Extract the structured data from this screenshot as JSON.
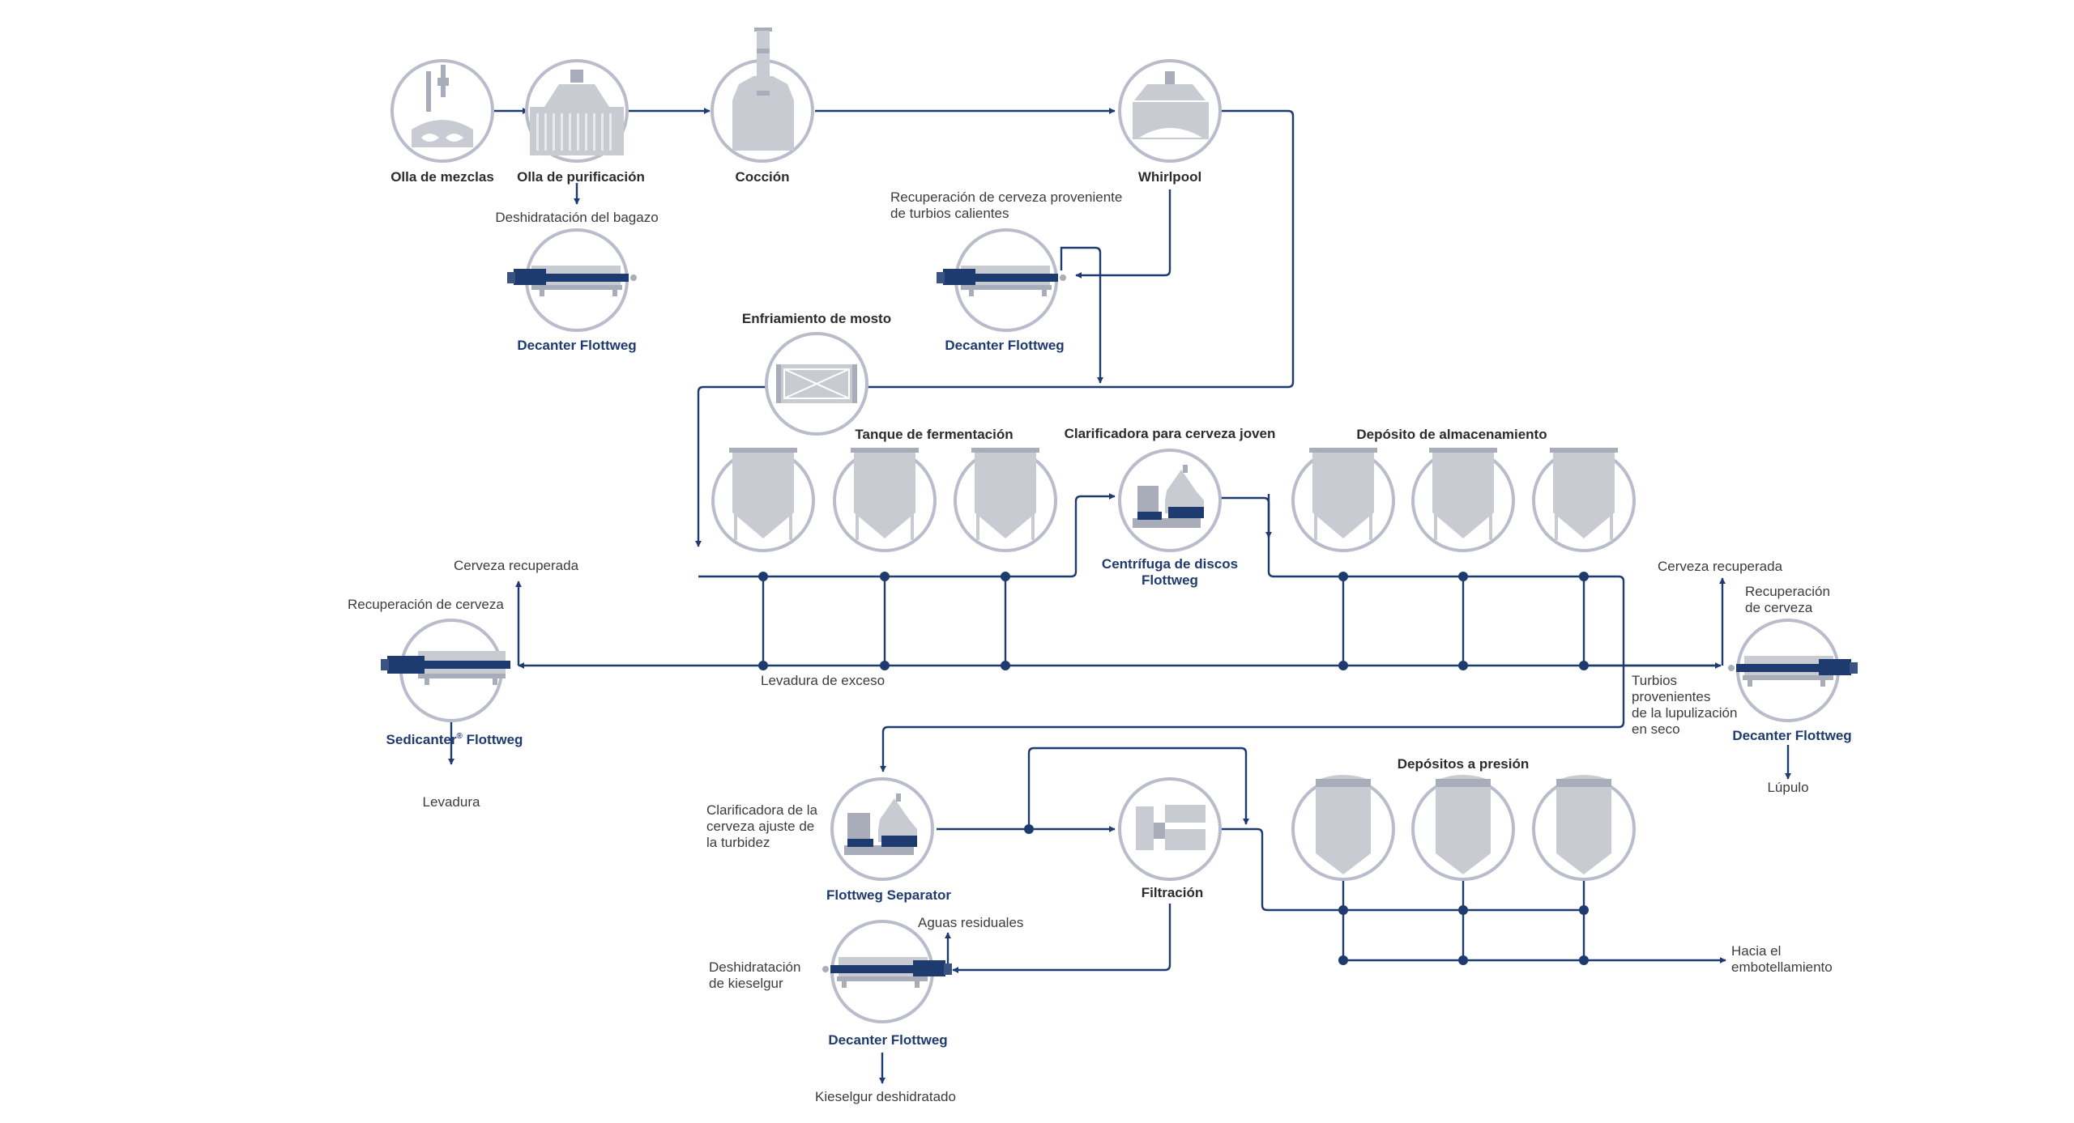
{
  "labels": {
    "olla_mezclas": "Olla de mezclas",
    "olla_purificacion": "Olla de purificación",
    "coccion": "Cocción",
    "whirlpool": "Whirlpool",
    "deshidratacion_bagazo": "Deshidratación del bagazo",
    "decanter_1": "Decanter Flottweg",
    "recuperacion_turbios_l1": "Recuperación de cerveza proveniente",
    "recuperacion_turbios_l2": "de turbios calientes",
    "decanter_2": "Decanter Flottweg",
    "enfriamiento": "Enfriamiento de mosto",
    "tanque_fermentacion": "Tanque de fermentación",
    "clarificadora_joven": "Clarificadora para cerveza joven",
    "centrifuga_l1": "Centrífuga de discos",
    "centrifuga_l2": "Flottweg",
    "deposito_almacenamiento": "Depósito de almacenamiento",
    "cerveza_recuperada_left": "Cerveza recuperada",
    "recuperacion_cerveza_left": "Recuperación de cerveza",
    "sedicanter": "Sedicanter",
    "sedicanter_reg": "®",
    "sedicanter_suffix": " Flottweg",
    "levadura": "Levadura",
    "levadura_exceso": "Levadura de exceso",
    "cerveza_recuperada_right": "Cerveza recuperada",
    "recuperacion_right_l1": "Recuperación",
    "recuperacion_right_l2": "de cerveza",
    "turbios_l1": "Turbios",
    "turbios_l2": "provenientes",
    "turbios_l3": "de la lupulización",
    "turbios_l4": "en seco",
    "decanter_3": "Decanter Flottweg",
    "lupulo": "Lúpulo",
    "clarificadora_ajuste_l1": "Clarificadora de la",
    "clarificadora_ajuste_l2": "cerveza ajuste de",
    "clarificadora_ajuste_l3": "la turbidez",
    "separator": "Flottweg Separator",
    "filtracion": "Filtración",
    "depositos_presion": "Depósitos a presión",
    "aguas_residuales": "Aguas residuales",
    "deshidratacion_kieselgur_l1": "Deshidratación",
    "deshidratacion_kieselgur_l2": "de kieselgur",
    "decanter_4": "Decanter Flottweg",
    "kieselgur_deshidratado": "Kieselgur deshidratado",
    "hacia_l1": "Hacia el",
    "hacia_l2": "embotellamiento"
  },
  "colors": {
    "pipe": "#1e3b70",
    "circle_stroke": "#b9bccb",
    "equipment": "#c9cbd2",
    "text": "#3c3c3c",
    "brand_text": "#1e3b70"
  }
}
